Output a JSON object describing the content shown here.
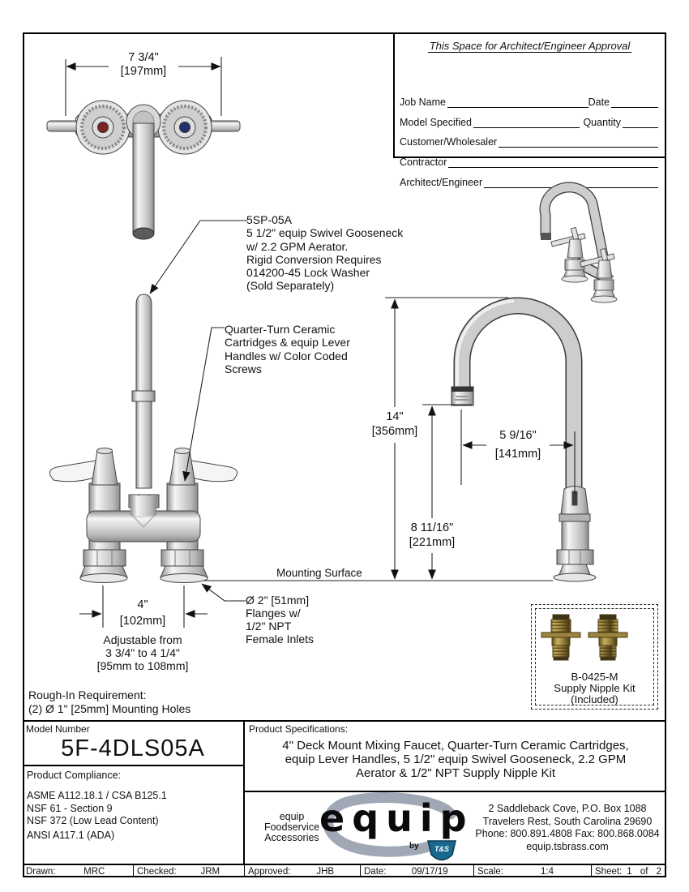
{
  "approval_box": {
    "title": "This Space for Architect/Engineer Approval",
    "job_name_label": "Job Name",
    "date_label": "Date",
    "model_specified_label": "Model Specified",
    "quantity_label": "Quantity",
    "customer_label": "Customer/Wholesaler",
    "contractor_label": "Contractor",
    "architect_label": "Architect/Engineer"
  },
  "dimensions": {
    "top_width": {
      "in": "7 3/4\"",
      "mm": "[197mm]"
    },
    "height": {
      "in": "14\"",
      "mm": "[356mm]"
    },
    "reach": {
      "in": "5 9/16\"",
      "mm": "[141mm]"
    },
    "outlet_height": {
      "in": "8 11/16\"",
      "mm": "[221mm]"
    },
    "centers": {
      "in": "4\"",
      "mm": "[102mm]"
    },
    "adjustable": {
      "0": "Adjustable from",
      "1": "3 3/4\" to 4 1/4\"",
      "2": "[95mm to 108mm]"
    }
  },
  "annotations": {
    "spout": {
      "0": "5SP-05A",
      "1": "5 1/2\" equip Swivel Gooseneck",
      "2": "w/ 2.2 GPM Aerator.",
      "3": "Rigid Conversion Requires",
      "4": "014200-45 Lock Washer",
      "5": "(Sold Separately)"
    },
    "cartridge": {
      "0": "Quarter-Turn Ceramic",
      "1": "Cartridges & equip Lever",
      "2": "Handles w/ Color Coded",
      "3": "Screws"
    },
    "mounting_surface": "Mounting Surface",
    "flange": {
      "0": "Ø 2\" [51mm]",
      "1": "Flanges w/",
      "2": "1/2\" NPT",
      "3": "Female Inlets"
    },
    "rough_in": {
      "0": "Rough-In Requirement:",
      "1": "(2) Ø 1\" [25mm] Mounting Holes"
    },
    "supply_kit": {
      "0": "B-0425-M",
      "1": "Supply Nipple Kit",
      "2": "(Included)"
    }
  },
  "title_block": {
    "model_label": "Model Number",
    "model_number": "5F-4DLS05A",
    "compliance_label": "Product Compliance:",
    "compliance": {
      "0": "ASME A112.18.1 / CSA B125.1",
      "1": "NSF 61 - Section 9",
      "2": "NSF 372 (Low Lead Content)",
      "3": "ANSI A117.1 (ADA)"
    },
    "specs_label": "Product Specifications:",
    "specs": {
      "0": "4\" Deck Mount Mixing Faucet, Quarter-Turn Ceramic Cartridges,",
      "1": "equip Lever Handles, 5 1/2\" equip Swivel Gooseneck, 2.2 GPM",
      "2": "Aerator & 1/2\" NPT Supply Nipple Kit"
    },
    "brand": {
      "tagline": {
        "0": "equip",
        "1": "Foodservice",
        "2": "Accessories"
      },
      "logo_text": "equip",
      "by_label": "by",
      "shield_text": "T&S"
    },
    "address": {
      "0": "2 Saddleback Cove, P.O. Box 1088",
      "1": "Travelers Rest, South Carolina 29690",
      "2": "Phone: 800.891.4808  Fax: 800.868.0084",
      "3": "equip.tsbrass.com"
    },
    "footer": {
      "drawn_label": "Drawn:",
      "drawn": "MRC",
      "checked_label": "Checked:",
      "checked": "JRM",
      "approved_label": "Approved:",
      "approved": "JHB",
      "date_label": "Date:",
      "date": "09/17/19",
      "scale_label": "Scale:",
      "scale": "1:4",
      "sheet_label": "Sheet:",
      "sheet": "1 of 2"
    }
  },
  "colors": {
    "hot_index": "#7b2424",
    "cold_index": "#23306b",
    "shield_blue": "#19688e",
    "brass": "#9c8440"
  }
}
